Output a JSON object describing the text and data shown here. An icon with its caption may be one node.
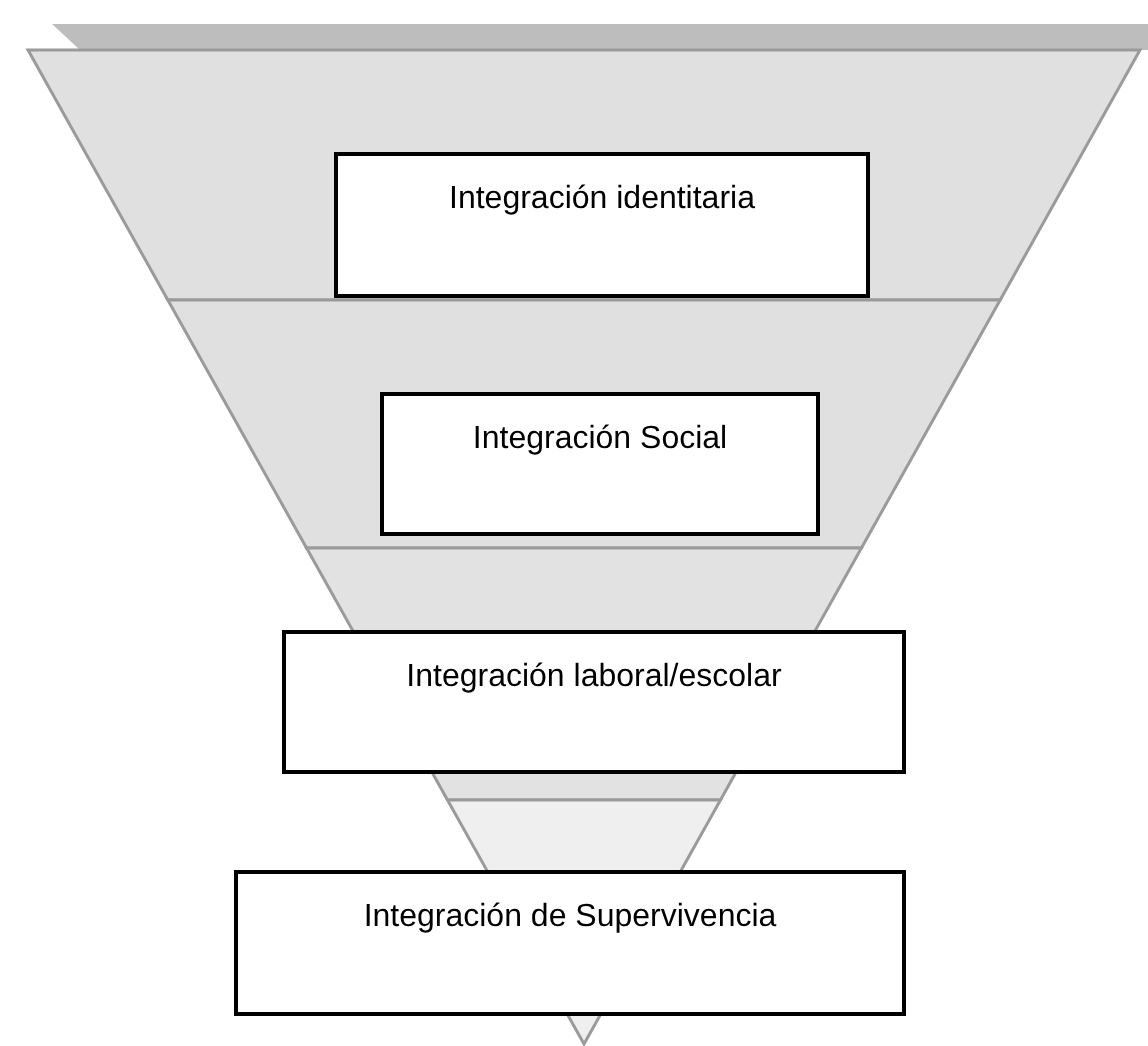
{
  "diagram": {
    "nodes": [
      {
        "text": [
          "Integración identitaria"
        ]
      },
      {
        "text": [
          "Integración Social"
        ]
      },
      {
        "text": [
          "Integración laboral/escolar"
        ]
      },
      {
        "text": [
          "Integración de Supervivencia"
        ]
      }
    ]
  }
}
